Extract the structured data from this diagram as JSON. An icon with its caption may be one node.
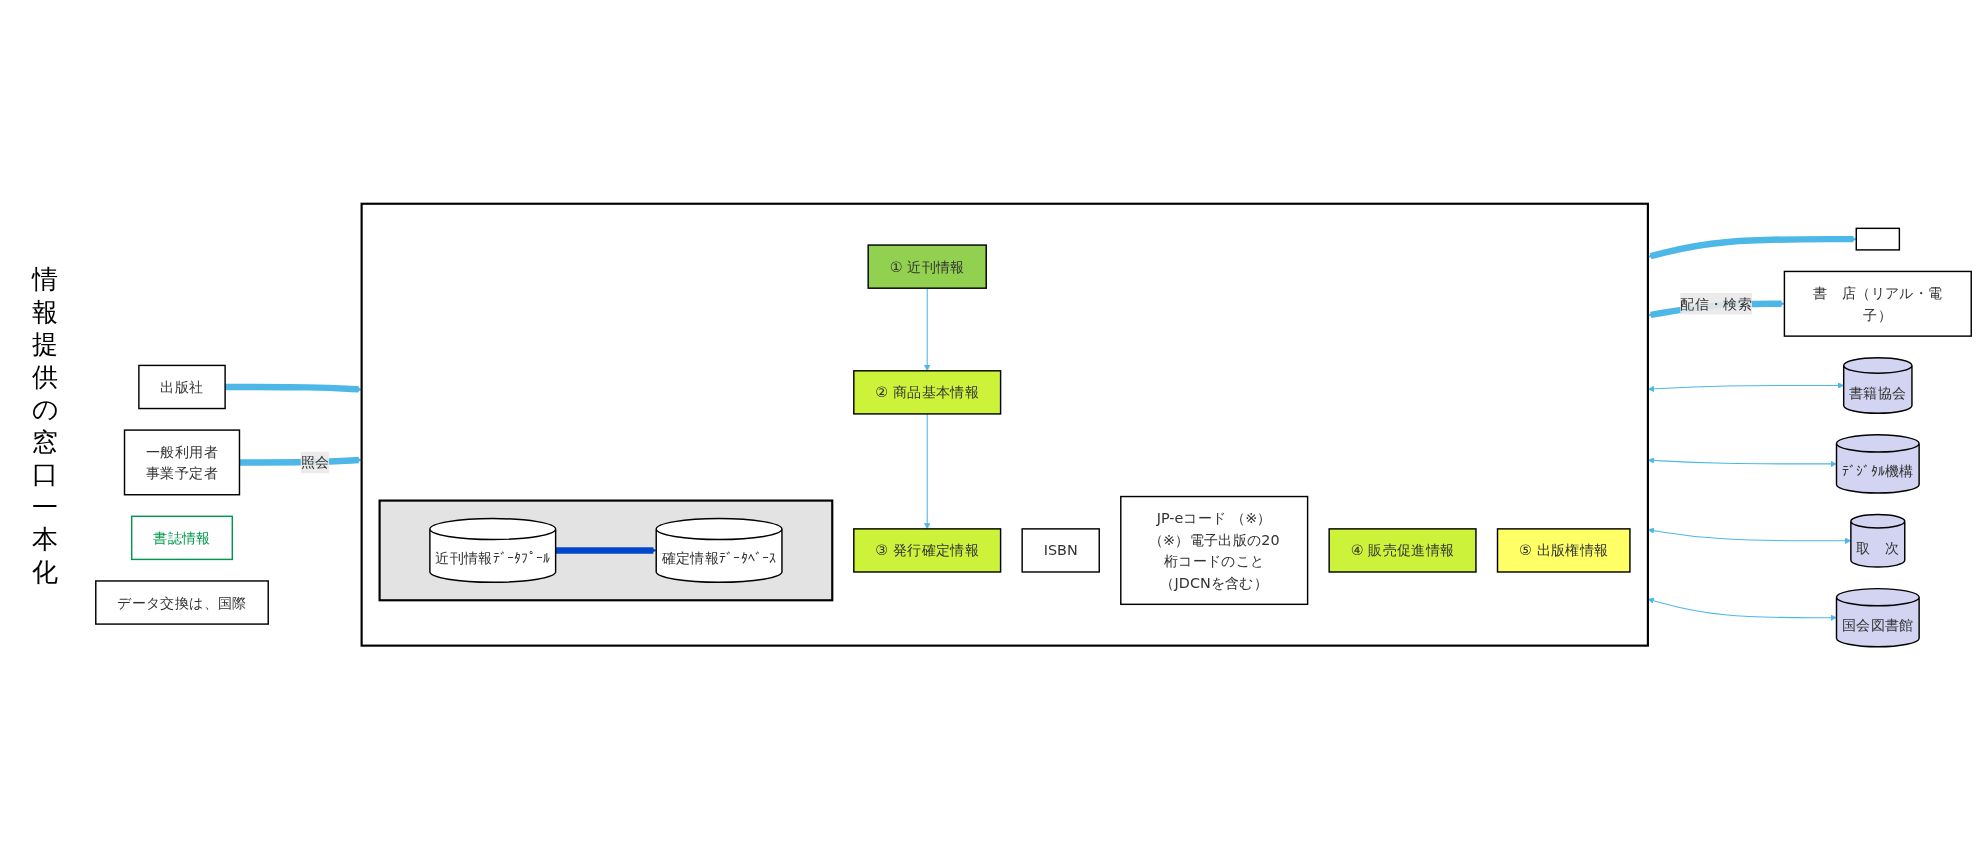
{
  "diagram": {
    "nodes": [
      {
        "text": [
          "出版社"
        ]
      },
      {
        "text": [],
        "shape": "box"
      },
      {
        "text": [],
        "shape": "box",
        "in": 1
      },
      {
        "text": [
          "ISBN"
        ],
        "in": 1
      },
      {
        "text": [
          "JP-eコード （※）",
          "（※）電子出版の20桁コードのこと（JDCNを含む）"
        ],
        "in": 1
      },
      {
        "text": [
          "近刊情報ﾃﾞｰﾀﾌﾟｰﾙ"
        ],
        "in": 2
      },
      {
        "text": [
          "確定情報ﾃﾞｰﾀﾍﾞｰｽ"
        ],
        "in": 2
      },
      {
        "text": [
          "① 近刊情報"
        ],
        "in": 1
      },
      {
        "text": [
          "② 商品基本情報"
        ],
        "in": 1
      },
      {
        "text": [
          "③ 発行確定情報"
        ],
        "in": 1
      },
      {
        "text": [
          "④ 販売促進情報"
        ],
        "in": 1
      },
      {
        "text": [
          "⑤ 出版権情報"
        ],
        "in": 1
      },
      {
        "text": [
          "書誌情報"
        ]
      },
      {
        "text": [],
        "shape": "box"
      },
      {
        "text": [
          "書　店（リアル・電子）"
        ]
      },
      {
        "text": [
          "一般利用者",
          "事業予定者"
        ]
      },
      {
        "text": [
          "書籍協会"
        ]
      },
      {
        "text": [
          "ﾃﾞｼﾞﾀﾙ機構"
        ]
      },
      {
        "text": [
          "取　次"
        ]
      },
      {
        "text": [
          "国会図書館"
        ]
      },
      {
        "text": [
          "データ交換は、国際"
        ]
      }
    ],
    "edges": [
      {
        "from": 0,
        "to": 1,
        "arrow": "to",
        "style": "thick"
      },
      {
        "from": 5,
        "to": 6,
        "arrow": "to",
        "style": "thick",
        "color": "#0047cc"
      },
      {
        "from": 7,
        "to": 8,
        "arrow": "to"
      },
      {
        "from": 8,
        "to": 9,
        "arrow": "to"
      },
      {
        "from": 1,
        "to": 13,
        "arrow": "both",
        "style": "thick"
      },
      {
        "from": 1,
        "to": 14,
        "arrow": "both",
        "label": "配信・検索",
        "style": "thick"
      },
      {
        "from": 15,
        "to": 1,
        "arrow": "to",
        "label": "照会",
        "style": "thick"
      },
      {
        "from": 1,
        "to": 16,
        "arrow": "both"
      },
      {
        "from": 1,
        "to": 17,
        "arrow": "both"
      },
      {
        "from": 1,
        "to": 18,
        "arrow": "both"
      },
      {
        "from": 1,
        "to": 19,
        "arrow": "both"
      }
    ],
    "labels": [
      "情報提供の窓口一本化"
    ]
  }
}
